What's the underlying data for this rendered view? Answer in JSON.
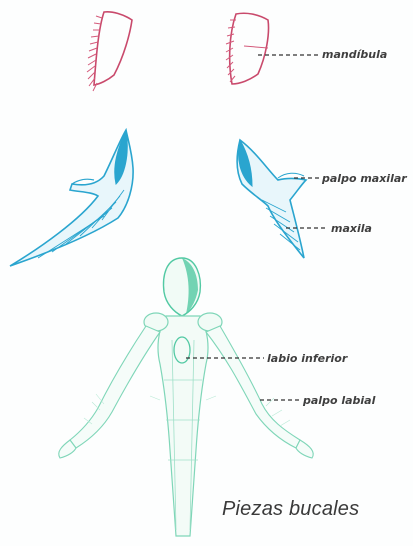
{
  "labels": {
    "mandible": "mandíbula",
    "maxillary_palp": "palpo maxilar",
    "maxilla": "maxila",
    "lower_lip": "labio inferior",
    "labial_palp": "palpo labial"
  },
  "caption": "Piezas bucales",
  "colors": {
    "mandible": "#d4597a",
    "maxilla": "#2aa5cf",
    "labium": "#52c9a3",
    "leader_line": "#333333"
  }
}
